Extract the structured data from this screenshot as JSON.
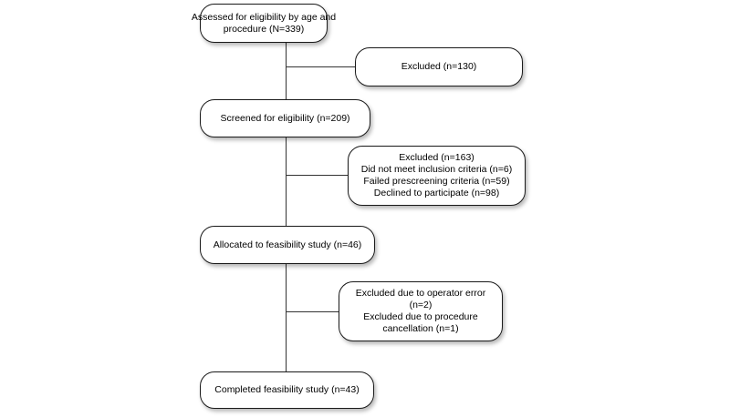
{
  "flowchart": {
    "assessed": {
      "lines": [
        "Assessed for eligibility by age and",
        "procedure (N=339)"
      ]
    },
    "excluded_first": {
      "lines": [
        "Excluded (n=130)"
      ]
    },
    "screened": {
      "lines": [
        "Screened for eligibility (n=209)"
      ]
    },
    "excluded_second": {
      "lines": [
        "Excluded (n=163)",
        "Did not meet inclusion criteria (n=6)",
        "Failed prescreening criteria (n=59)",
        "Declined to participate (n=98)"
      ]
    },
    "allocated": {
      "lines": [
        "Allocated to feasibility study (n=46)"
      ]
    },
    "excluded_third": {
      "lines": [
        "Excluded due to operator error",
        "(n=2)",
        "Excluded due to procedure",
        "cancellation (n=1)"
      ]
    },
    "completed": {
      "lines": [
        "Completed feasibility study (n=43)"
      ]
    }
  },
  "colors": {
    "box_border": "#1a1a1a",
    "connector": "#333333",
    "background": "#ffffff"
  }
}
